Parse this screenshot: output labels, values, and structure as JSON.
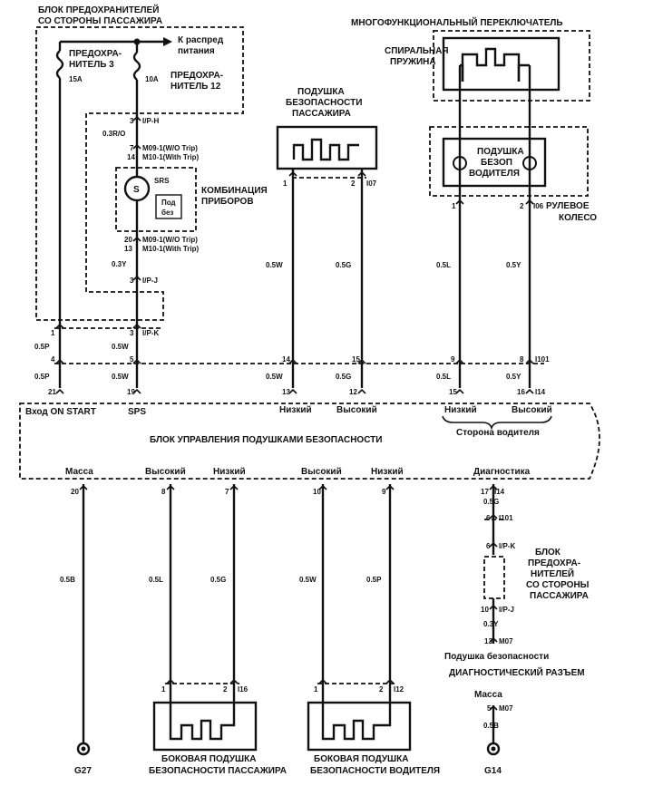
{
  "fuse_box_top": {
    "title_line1": "БЛОК ПРЕДОХРАНИТЕЛЕЙ",
    "title_line2": "СО СТОРОНЫ ПАССАЖИРА",
    "power_dist_line1": "К распред",
    "power_dist_line2": "питания",
    "fuse3_line1": "ПРЕДОХРА-",
    "fuse3_line2": "НИТЕЛЬ 3",
    "fuse3_rating": "15A",
    "fuse12_rating": "10A",
    "fuse12_line1": "ПРЕДОХРА-",
    "fuse12_line2": "НИТЕЛЬ 12"
  },
  "multi_switch": {
    "title": "МНОГОФУНКЦИОНАЛЬНЫЙ ПЕРЕКЛЮЧАТЕЛЬ",
    "spring_line1": "СПИРАЛЬНАЯ",
    "spring_line2": "ПРУЖИНА"
  },
  "passenger_airbag": {
    "line1": "ПОДУШКА",
    "line2": "БЕЗОПАСНОСТИ",
    "line3": "ПАССАЖИРА",
    "pin1": "1",
    "pin2": "2",
    "conn": "I07"
  },
  "driver_airbag": {
    "line1": "ПОДУШКА",
    "line2": "БЕЗОП",
    "line3": "ВОДИТЕЛЯ",
    "pin1": "1",
    "pin2": "2",
    "conn": "I06",
    "wheel_line1": "РУЛЕВОЕ",
    "wheel_line2": "КОЛЕСО"
  },
  "cluster": {
    "pin3": "3",
    "conn_iph": "I/P-H",
    "wire_03ro": "0.3R/O",
    "pin7": "7",
    "m09_1": "M09-1(W/O Trip)",
    "pin14": "14",
    "m10_1": "M10-1(With Trip)",
    "srs": "SRS",
    "lamp": "S",
    "pod_line1": "Под",
    "pod_line2": "без",
    "title_line1": "КОМБИНАЦИЯ",
    "title_line2": "ПРИБОРОВ",
    "pin20": "20",
    "m09_1b": "M09-1(W/O Trip)",
    "pin13": "13",
    "m10_1b": "M10-1(With Trip)",
    "wire_03y": "0.3Y",
    "pin3b": "3",
    "conn_ipj": "I/P-J"
  },
  "upper_connectors": {
    "pin1": "1",
    "pin3": "3",
    "conn_ipk": "I/P-K",
    "wire_05p": "0.5P",
    "wire_05w": "0.5W",
    "pin14": "14",
    "pin15": "15",
    "pin9": "9",
    "pin8": "8",
    "conn_i101": "I101",
    "pin4": "4",
    "pin5": "5",
    "wire_05p_b": "0.5P",
    "wire_05w_b": "0.5W",
    "wire_05w_c": "0.5W",
    "wire_05g": "0.5G",
    "wire_05l": "0.5L",
    "wire_05y": "0.5Y",
    "wire_05w_pass": "0.5W",
    "wire_05g_pass": "0.5G",
    "wire_05l_drv": "0.5L",
    "wire_05y_drv": "0.5Y",
    "pin21": "21",
    "pin19": "19",
    "pin13": "13",
    "pin12": "12",
    "pin15b": "15",
    "pin16": "16",
    "conn_i14": "I14"
  },
  "control_unit": {
    "title": "БЛОК УПРАВЛЕНИЯ ПОДУШКАМИ БЕЗОПАСНОСТИ",
    "in_on_start": "Вход ON START",
    "sps": "SPS",
    "low1": "Низкий",
    "high1": "Высокий",
    "low2": "Низкий",
    "high2": "Высокий",
    "driver_side": "Сторона водителя",
    "ground": "Масса",
    "high3": "Высокий",
    "low3": "Низкий",
    "high4": "Высокий",
    "low4": "Низкий",
    "diag": "Диагностика",
    "pin20": "20",
    "pin8": "8",
    "pin7": "7",
    "pin10": "10",
    "pin9": "9",
    "pin17": "17",
    "conn_i14": "I14"
  },
  "lower_wires": {
    "wire_05b": "0.5B",
    "wire_05l": "0.5L",
    "wire_05g": "0.5G",
    "wire_05w": "0.5W",
    "wire_05p": "0.5P"
  },
  "diag_path": {
    "wire_05g": "0.5G",
    "pin6": "6",
    "conn_i101": "I101",
    "pin6b": "6",
    "conn_ipk": "I/P-K",
    "fuse_line1": "БЛОК",
    "fuse_line2": "ПРЕДОХРА-",
    "fuse_line3": "НИТЕЛЕЙ",
    "fuse_line4": "СО СТОРОНЫ",
    "fuse_line5": "ПАССАЖИРА",
    "pin10": "10",
    "conn_ipj": "I/P-J",
    "wire_03y": "0.3Y",
    "pin13": "13",
    "conn_m07": "M07",
    "connector_label": "Подушка безопасности",
    "title": "ДИАГНОСТИЧЕСКИЙ РАЗЪЕМ",
    "ground": "Масса",
    "pin5": "5",
    "conn_m07b": "M07",
    "wire_05b": "0.5B",
    "ground_id": "G14"
  },
  "side_airbags": {
    "pass_pin1": "1",
    "pass_pin2": "2",
    "pass_conn": "I16",
    "drv_pin1": "1",
    "drv_pin2": "2",
    "drv_conn": "I12",
    "pass_line1": "БОКОВАЯ ПОДУШКА",
    "pass_line2": "БЕЗОПАСНОСТИ ПАССАЖИРА",
    "drv_line1": "БОКОВАЯ ПОДУШКА",
    "drv_line2": "БЕЗОПАСНОСТИ ВОДИТЕЛЯ",
    "ground_id": "G27"
  }
}
